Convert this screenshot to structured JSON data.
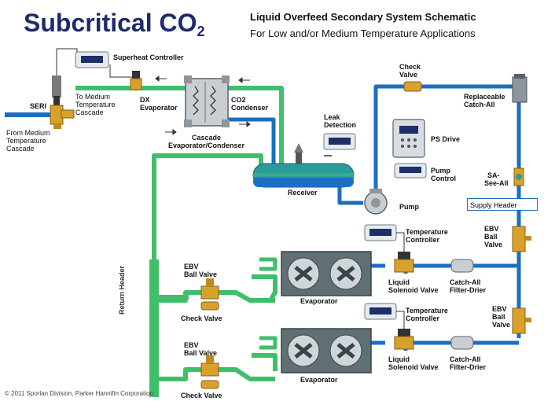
{
  "title": {
    "main": "Subcritical CO",
    "sub": "2"
  },
  "subtitle": {
    "line1": "Liquid Overfeed Secondary System Schematic",
    "line2": "For Low and/or Medium Temperature Applications"
  },
  "labels": {
    "superheat_controller": "Superheat Controller",
    "seri": "SERI",
    "from_medium_1": "From Medium",
    "from_medium_2": "Temperature",
    "from_medium_3": "Cascade",
    "to_medium_1": "To Medium",
    "to_medium_2": "Temperature",
    "to_medium_3": "Cascade",
    "dx_evap_1": "DX",
    "dx_evap_2": "Evaporator",
    "co2_cond_1": "CO2",
    "co2_cond_2": "Condenser",
    "cascade_1": "Cascade",
    "cascade_2": "Evaporator/Condenser",
    "check_valve_top_1": "Check",
    "check_valve_top_2": "Valve",
    "catch_all_1": "Replaceable",
    "catch_all_2": "Catch-All",
    "leak_1": "Leak",
    "leak_2": "Detection",
    "ps_drive": "PS Drive",
    "pump_control_1": "Pump",
    "pump_control_2": "Control",
    "sa_see_all_1": "SA-",
    "sa_see_all_2": "See-All",
    "receiver": "Receiver",
    "pump": "Pump",
    "supply_header": "Supply Header",
    "return_header": "Return Header",
    "temp_ctrl_1a": "Temperature",
    "temp_ctrl_1b": "Controller",
    "temp_ctrl_2a": "Temperature",
    "temp_ctrl_2b": "Controller",
    "ebv_right_1a": "EBV",
    "ebv_right_1b": "Ball",
    "ebv_right_1c": "Valve",
    "ebv_right_2a": "EBV",
    "ebv_right_2b": "Ball",
    "ebv_right_2c": "Valve",
    "ebv_left_1a": "EBV",
    "ebv_left_1b": "Ball Valve",
    "ebv_left_2a": "EBV",
    "ebv_left_2b": "Ball Valve",
    "check_valve_1": "Check Valve",
    "check_valve_2": "Check Valve",
    "evaporator_1": "Evaporator",
    "evaporator_2": "Evaporator",
    "liq_sol_1a": "Liquid",
    "liq_sol_1b": "Solenoid Valve",
    "liq_sol_2a": "Liquid",
    "liq_sol_2b": "Solenoid Valve",
    "filter_1a": "Catch-All",
    "filter_1b": "Filter-Drier",
    "filter_2a": "Catch-All",
    "filter_2b": "Filter-Drier"
  },
  "copyright": "© 2011 Sporlan Division, Parker Hannifin Corporation",
  "colors": {
    "title": "#1f2a6b",
    "green_pipe": "#3fbf6a",
    "blue_pipe": "#1c6fc0",
    "brass": "#d8a12c",
    "receiver": "#2b9a9a",
    "evaporator": "#5f6f74"
  },
  "icons": [
    "controller-display-icon",
    "ps-drive-icon",
    "pump-icon",
    "heat-exchanger-icon",
    "ball-valve-icon",
    "fan-icon",
    "filter-drier-icon",
    "sight-glass-icon",
    "solenoid-valve-icon"
  ]
}
